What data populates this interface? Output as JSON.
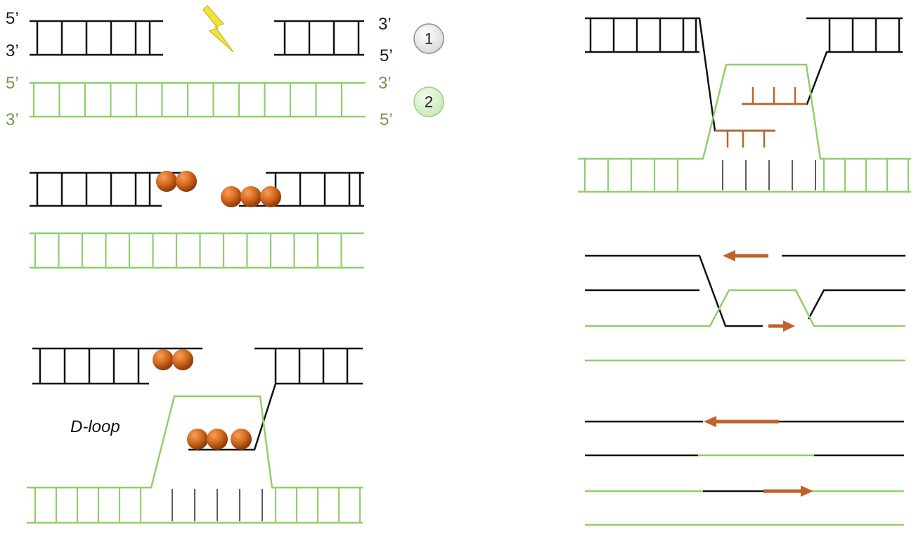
{
  "colors": {
    "dna_black": "#111111",
    "dna_green": "#8fcf6a",
    "label_green": "#6f9a4c",
    "protein_orange": "#d4681e",
    "arrow_brown": "#c0622a",
    "bolt_yellow": "#f2e23a"
  },
  "panel1": {
    "black_duplex": {
      "top_left": "5’",
      "bottom_left": "3’",
      "top_right": "3’",
      "bottom_right": "5’",
      "badge": "1"
    },
    "green_duplex": {
      "top_left": "5’",
      "bottom_left": "3’",
      "top_right": "3’",
      "bottom_right": "5’",
      "badge": "2"
    },
    "damage_icon": "lightning-bolt-icon"
  },
  "panel3": {
    "loop_label": "D-loop"
  }
}
